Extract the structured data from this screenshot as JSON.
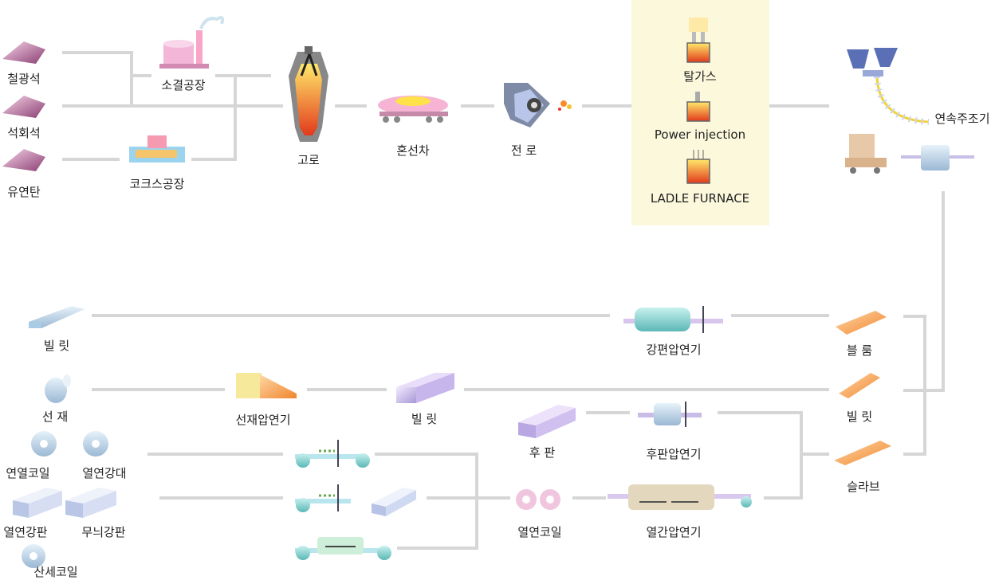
{
  "colors": {
    "line": "#d6d6d6",
    "panel": "#fbf8dc",
    "text": "#222222"
  },
  "raw_materials": {
    "iron_ore": "철광석",
    "limestone": "석회석",
    "coal": "유연탄"
  },
  "plants": {
    "sinter": "소결공장",
    "coke": "코크스공장"
  },
  "ironmaking": {
    "blast_furnace": "고로",
    "torpedo_car": "혼선차",
    "converter": "전 로"
  },
  "secondary_refining": {
    "degassing": "탈가스",
    "power_injection": "Power injection",
    "ladle_furnace": "LADLE FURNACE"
  },
  "casting": {
    "continuous_casting": "연속주조기"
  },
  "semi_products": {
    "bloom": "블 룸",
    "billet": "빌 릿",
    "slab": "슬라브"
  },
  "mills": {
    "section_mill": "강편압연기",
    "billet_out": "빌 릿",
    "wire_rod_mill": "선재압연기",
    "billet_mid": "빌 릿",
    "wire_rod": "선 재",
    "plate": "후 판",
    "plate_mill": "후판압연기",
    "hot_coil": "열연코일",
    "hot_strip_mill": "열간압연기"
  },
  "final_products": {
    "hot_rolled_coil": "연열코일",
    "hot_strip": "열연강대",
    "hot_rolled_plate": "열연강판",
    "checkered_plate": "무늬강판",
    "pickled_coil": "산세코일"
  },
  "icons": [
    "ore-pile-icon",
    "sinter-plant-icon",
    "coke-oven-icon",
    "blast-furnace-icon",
    "torpedo-car-icon",
    "converter-icon",
    "degasser-icon",
    "injection-icon",
    "ladle-furnace-icon",
    "caster-icon",
    "steel-bar-icon",
    "rolling-mill-icon",
    "coil-icon",
    "plate-icon"
  ]
}
